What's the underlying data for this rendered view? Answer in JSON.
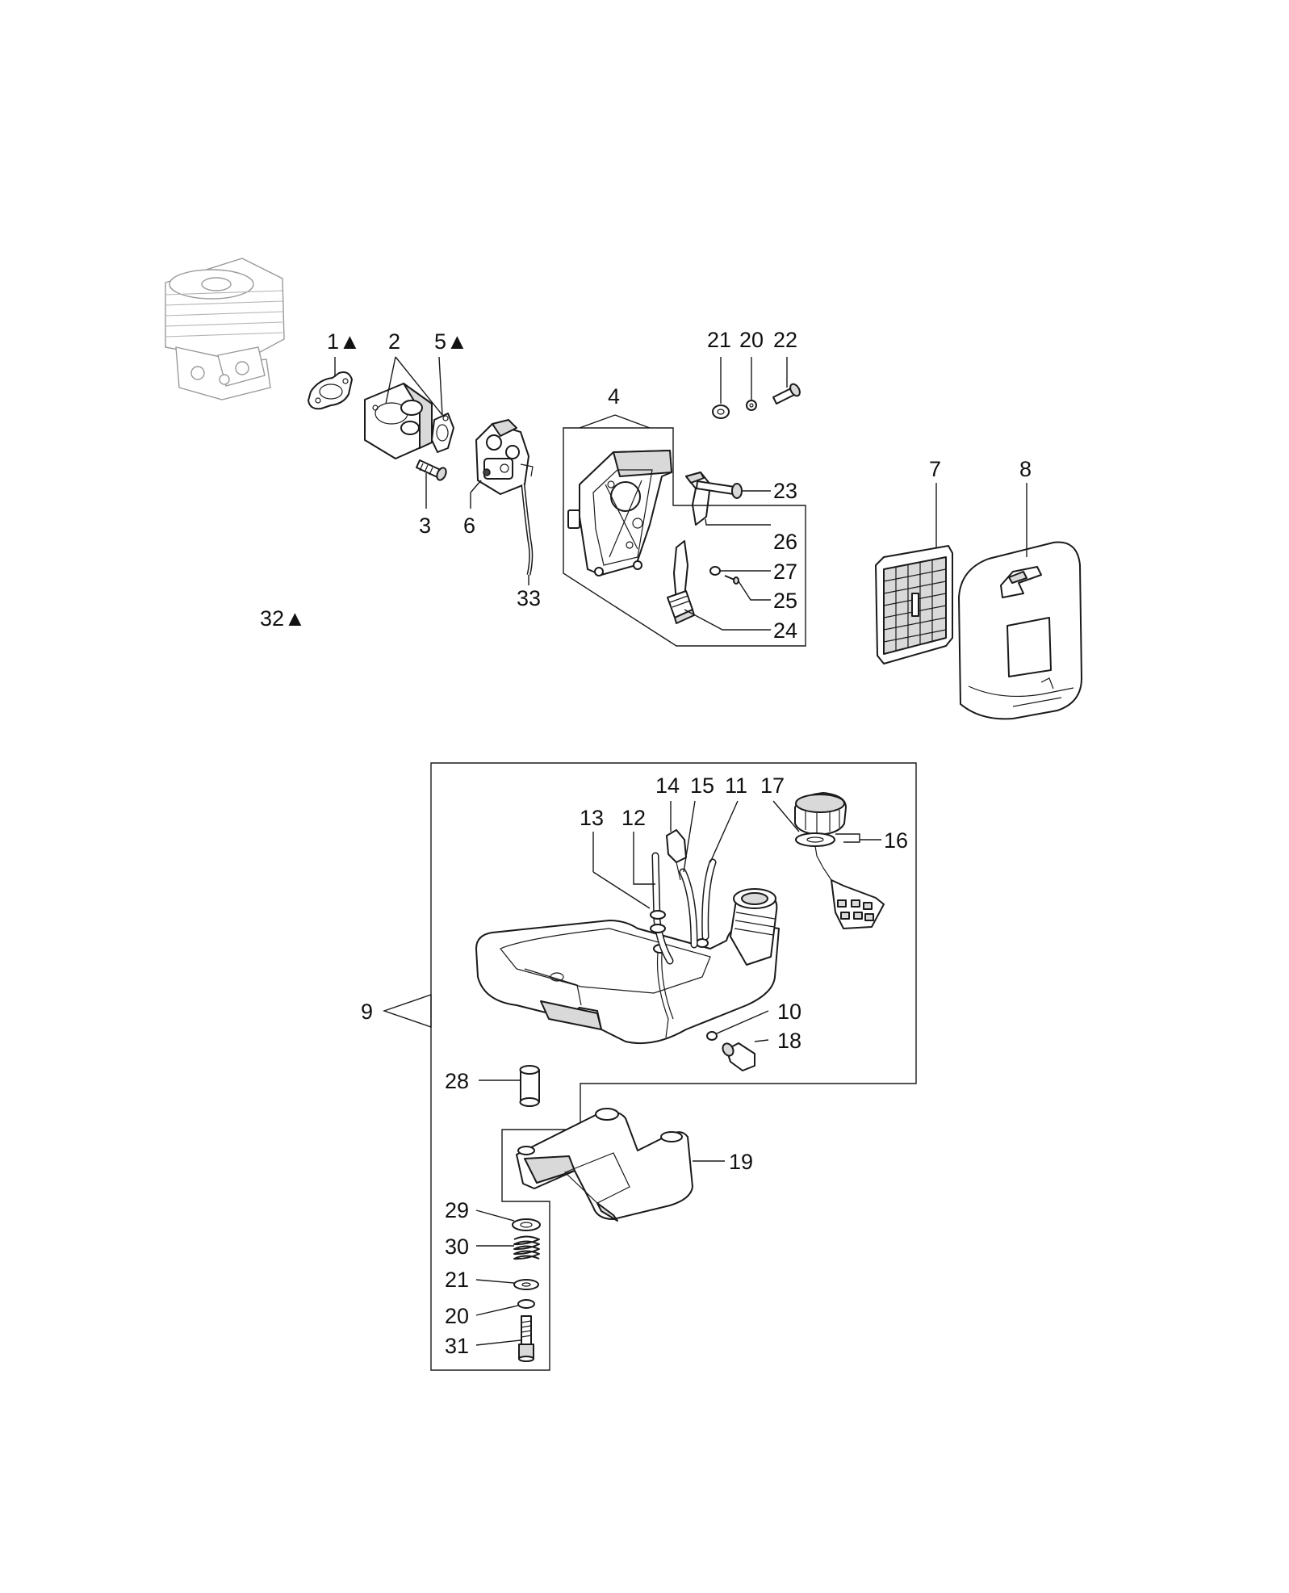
{
  "labels": {
    "l1": "1▲",
    "l2": "2",
    "l5": "5▲",
    "l3": "3",
    "l6": "6",
    "l33": "33",
    "l4": "4",
    "l21a": "21",
    "l20a": "20",
    "l22": "22",
    "l23": "23",
    "l26": "26",
    "l27": "27",
    "l25": "25",
    "l24": "24",
    "l7": "7",
    "l8": "8",
    "l32": "32▲",
    "l14": "14",
    "l15": "15",
    "l11": "11",
    "l17": "17",
    "l13": "13",
    "l12": "12",
    "l16": "16",
    "l9": "9",
    "l10": "10",
    "l18": "18",
    "l28": "28",
    "l19": "19",
    "l29": "29",
    "l30": "30",
    "l21b": "21",
    "l20b": "20",
    "l31": "31"
  }
}
